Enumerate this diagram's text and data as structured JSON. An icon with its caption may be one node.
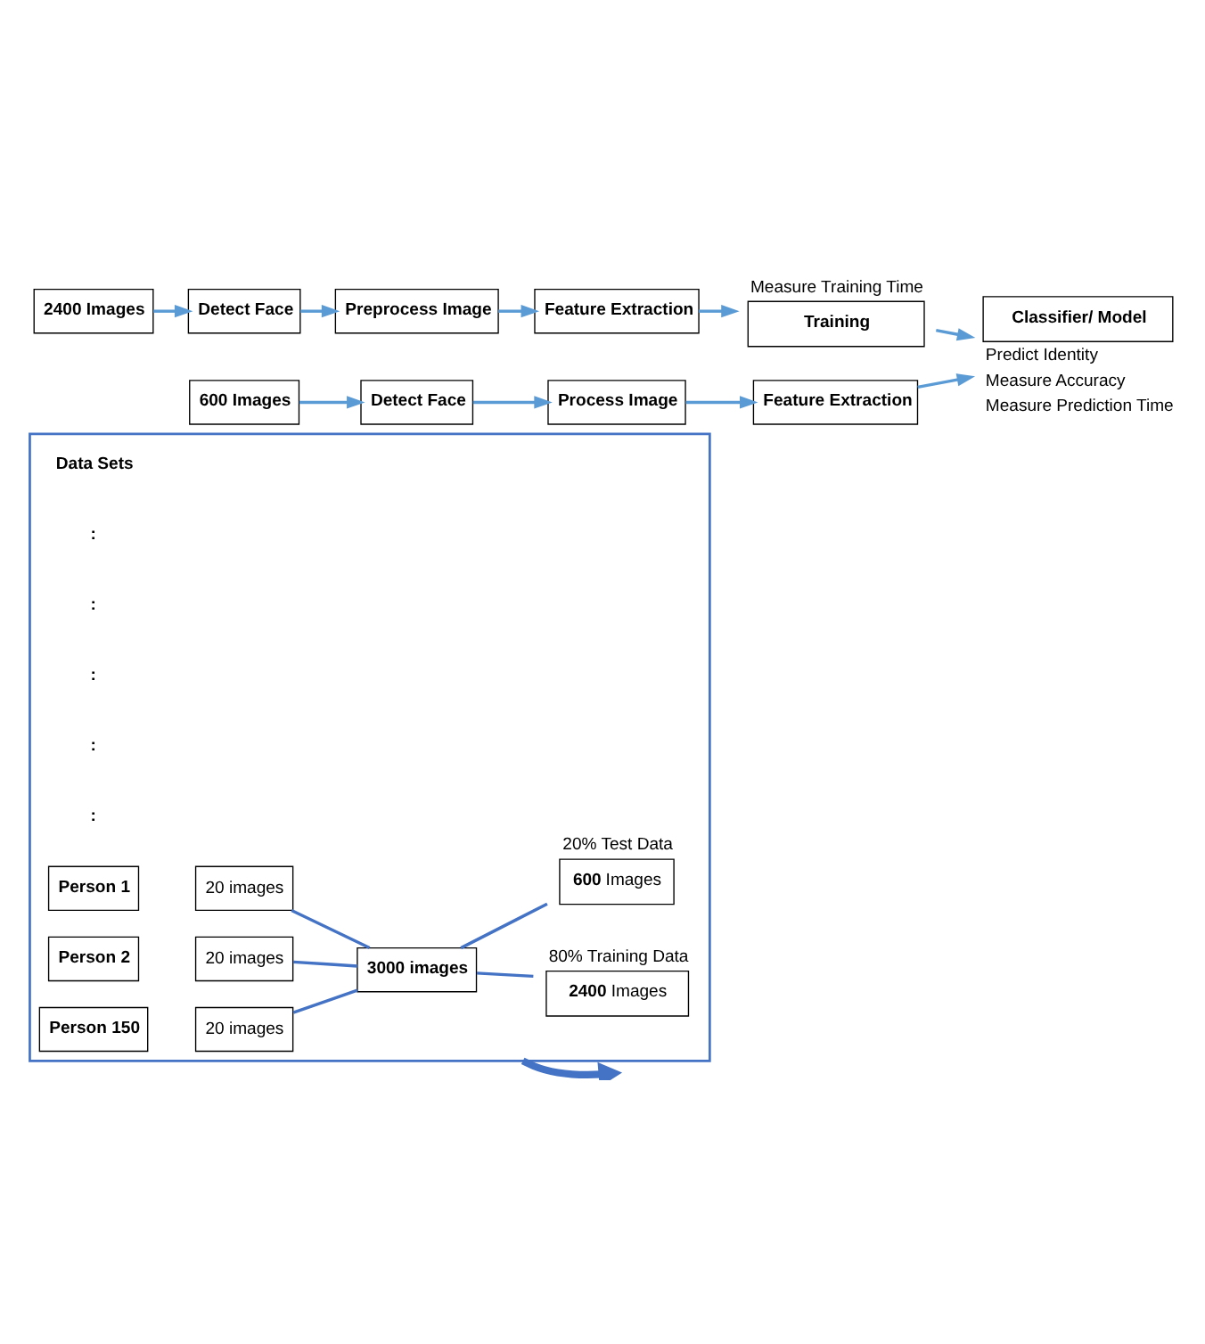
{
  "diagram": {
    "nodes": [
      {
        "text": [],
        "shape": "box"
      },
      {
        "text": [
          "Person 1"
        ],
        "in": 0
      },
      {
        "text": [
          "20 images"
        ],
        "in": 0
      },
      {
        "text": [
          "Person 2"
        ],
        "in": 0
      },
      {
        "text": [
          "20 images"
        ],
        "in": 0
      },
      {
        "text": [
          "Person 150"
        ],
        "in": 0
      },
      {
        "text": [
          "20 images"
        ],
        "in": 0
      },
      {
        "text": [
          "3000 images"
        ],
        "in": 0
      },
      {
        "text": [
          "**2400** Images"
        ],
        "beside": [
          "80% Training Data"
        ],
        "in": 0
      },
      {
        "text": [
          "**600** Images"
        ],
        "beside": [
          "20% Test Data"
        ],
        "in": 0
      },
      {
        "text": [
          "2400 Images"
        ]
      },
      {
        "text": [
          "Detect Face"
        ]
      },
      {
        "text": [
          "Preprocess Image"
        ]
      },
      {
        "text": [
          "Feature Extraction"
        ]
      },
      {
        "text": [
          "Training"
        ],
        "beside": [
          "Measure Training Time"
        ]
      },
      {
        "text": [
          "Classifier/ Model"
        ],
        "beside": [
          "Predict Identity",
          "Measure Accuracy",
          "Measure Prediction Time"
        ]
      },
      {
        "text": [
          "600 Images"
        ]
      },
      {
        "text": [
          "Detect Face"
        ]
      },
      {
        "text": [
          "Process Image"
        ]
      },
      {
        "text": [
          "Feature Extraction"
        ]
      }
    ],
    "edges": [
      {
        "from": 2,
        "to": 7,
        "arrow": "none",
        "color": "#4472c4"
      },
      {
        "from": 4,
        "to": 7,
        "arrow": "none",
        "color": "#4472c4"
      },
      {
        "from": 6,
        "to": 7,
        "arrow": "none",
        "color": "#4472c4"
      },
      {
        "from": 7,
        "to": 8,
        "arrow": "none",
        "color": "#4472c4"
      },
      {
        "from": 7,
        "to": 9,
        "arrow": "none",
        "color": "#4472c4"
      },
      {
        "from": 0,
        "to": null,
        "arrow": "to",
        "style": "thick",
        "color": "#4472c4"
      },
      {
        "from": 10,
        "to": 11,
        "arrow": "to"
      },
      {
        "from": 11,
        "to": 12,
        "arrow": "to"
      },
      {
        "from": 12,
        "to": 13,
        "arrow": "to"
      },
      {
        "from": 13,
        "to": 14,
        "arrow": "to"
      },
      {
        "from": 14,
        "to": 15,
        "arrow": "to"
      },
      {
        "from": 16,
        "to": 17,
        "arrow": "to"
      },
      {
        "from": 17,
        "to": 18,
        "arrow": "to"
      },
      {
        "from": 18,
        "to": 19,
        "arrow": "to"
      },
      {
        "from": 19,
        "to": 15,
        "arrow": "to"
      }
    ],
    "labels": [
      "Data Sets",
      ":",
      ":",
      ":",
      ":",
      ":"
    ]
  }
}
